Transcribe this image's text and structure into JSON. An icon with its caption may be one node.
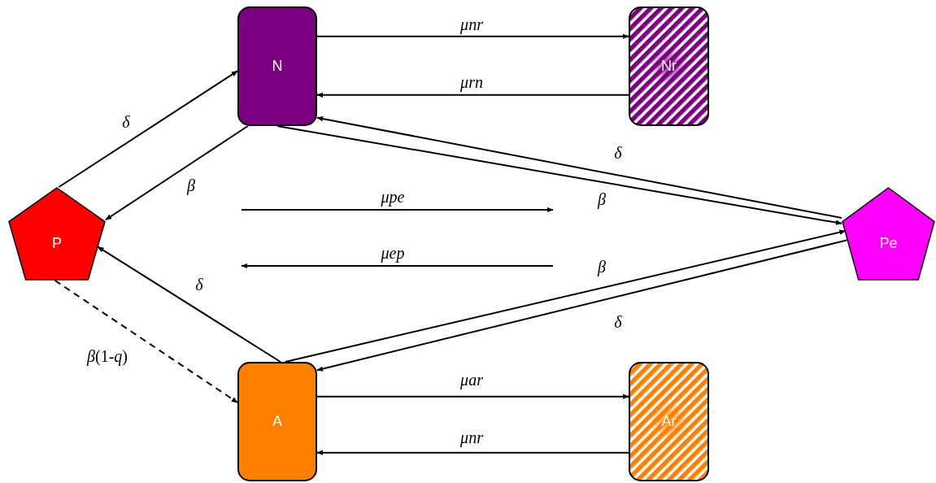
{
  "diagram": {
    "nodes": [
      {
        "text": [
          "N"
        ]
      },
      {
        "text": [
          "Nr"
        ]
      },
      {
        "text": [
          "P"
        ]
      },
      {
        "text": [
          "Pe"
        ]
      },
      {
        "text": [
          "A"
        ]
      },
      {
        "text": [
          "Ar"
        ]
      }
    ],
    "edges": [
      {
        "from": 0,
        "to": 1,
        "arrow": "to",
        "label": "μnr"
      },
      {
        "from": 1,
        "to": 0,
        "arrow": "to",
        "label": "μrn"
      },
      {
        "from": 2,
        "to": 0,
        "arrow": "to",
        "label": "δ"
      },
      {
        "from": 0,
        "to": 2,
        "arrow": "to",
        "label": "β"
      },
      {
        "from": 3,
        "to": 0,
        "arrow": "to",
        "label": "δ"
      },
      {
        "from": 0,
        "to": 3,
        "arrow": "to",
        "label": "β"
      },
      {
        "from": 4,
        "to": 2,
        "arrow": "to",
        "label": "δ"
      },
      {
        "from": 2,
        "to": 4,
        "arrow": "to",
        "label": "*β*(1-*q*)",
        "style": "dashed"
      },
      {
        "from": 4,
        "to": 3,
        "arrow": "to",
        "label": "β"
      },
      {
        "from": 3,
        "to": 4,
        "arrow": "to",
        "label": "δ"
      },
      {
        "from": 4,
        "to": 5,
        "arrow": "to",
        "label": "μar"
      },
      {
        "from": 5,
        "to": 4,
        "arrow": "to",
        "label": "μnr"
      }
    ],
    "labels": [
      "μpe",
      "μep"
    ]
  }
}
